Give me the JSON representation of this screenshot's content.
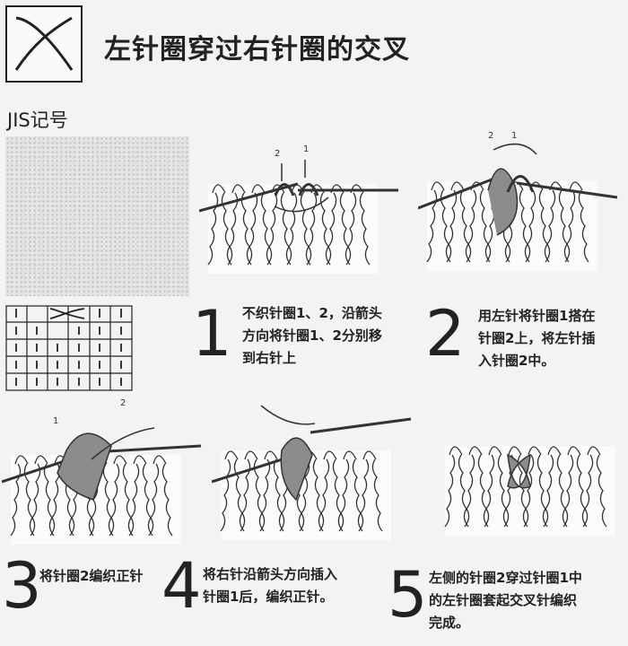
{
  "title": "左针圈穿过右针圈的交叉",
  "jis_label": "JIS记号",
  "steps": [
    {
      "num": "1",
      "text": "不织针圈1、2，沿箭头\n方向将针圈1、2分别移\n到右针上"
    },
    {
      "num": "2",
      "text": "用左针将针圈1搭在\n针圈2上，将左针插\n入针圈2中。"
    },
    {
      "num": "3",
      "text": "将针圈2编织正针"
    },
    {
      "num": "4",
      "text": "将右针沿箭头方向插入\n针圈1后，编织正针。"
    },
    {
      "num": "5",
      "text": "左侧的针圈2穿过针圈1中\n的左针圈套起交叉针编织\n完成。"
    }
  ],
  "loop_labels": {
    "step1_a": "2",
    "step1_b": "1",
    "step2_a": "2",
    "step2_b": "1",
    "step3_a": "1",
    "step3_b": "2"
  },
  "colors": {
    "ink": "#222222",
    "loop_highlight": "#8c8c8a",
    "paper": "#f3f3f1"
  }
}
